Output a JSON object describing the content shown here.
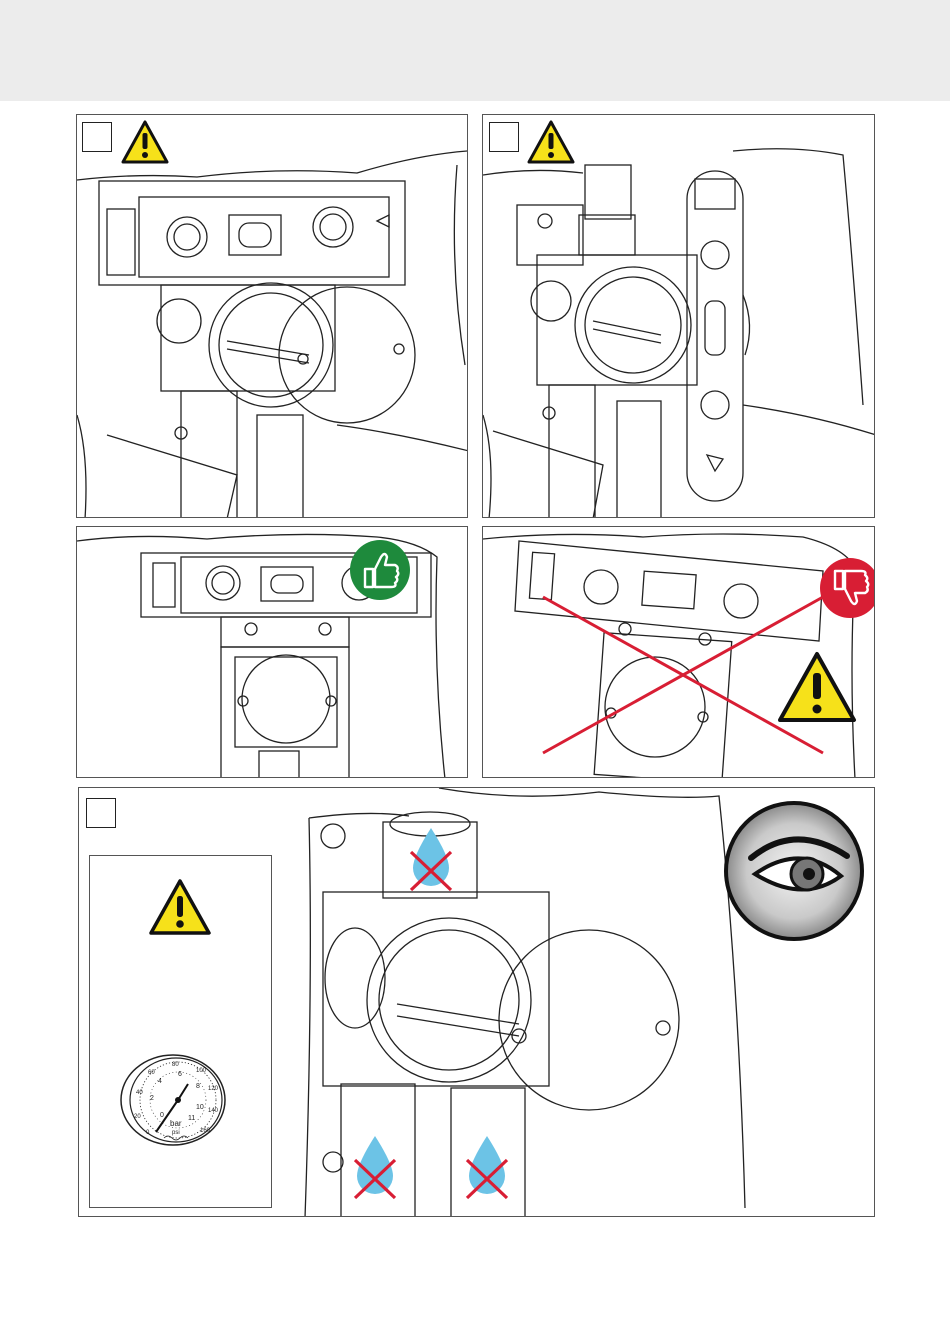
{
  "page": {
    "background": "#ffffff",
    "header_band_color": "#ececec"
  },
  "panels": [
    {
      "id": 1,
      "icons": [
        "warning-icon"
      ],
      "content": "horizontal spirit level on concealed valve body"
    },
    {
      "id": 2,
      "icons": [
        "warning-icon"
      ],
      "content": "vertical spirit level on concealed valve body"
    },
    {
      "id": 3,
      "icons": [
        "thumbs-up-icon"
      ],
      "status_color": "#1e8a3c"
    },
    {
      "id": 4,
      "icons": [
        "thumbs-down-icon",
        "warning-icon"
      ],
      "status_color": "#d81e34"
    },
    {
      "id": 5,
      "icons": [
        "eye-icon",
        "warning-icon",
        "pressure-gauge-icon",
        "water-drop-crossed-icon"
      ]
    }
  ],
  "gauge": {
    "unit_primary": "bar",
    "unit_secondary": "psi",
    "bar_ticks": [
      "0",
      "2",
      "4",
      "6",
      "8",
      "10",
      "11"
    ],
    "psi_ticks": [
      "0",
      "20",
      "40",
      "60",
      "80",
      "100",
      "120",
      "140",
      "160"
    ]
  },
  "colors": {
    "warning": "#f6e11a",
    "cross": "#d81e34",
    "drop": "#6cc3e6",
    "ok": "#1e8a3c"
  }
}
